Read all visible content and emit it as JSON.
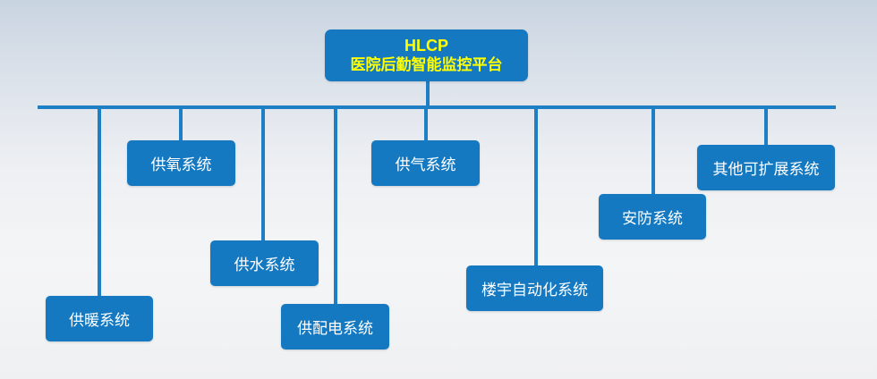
{
  "root": {
    "line1": "HLCP",
    "line2": "医院后勤智能监控平台"
  },
  "systems": [
    {
      "id": "heating",
      "label": "供暖系统"
    },
    {
      "id": "oxygen",
      "label": "供氧系统"
    },
    {
      "id": "water",
      "label": "供水系统"
    },
    {
      "id": "power",
      "label": "供配电系统"
    },
    {
      "id": "gas",
      "label": "供气系统"
    },
    {
      "id": "building-automation",
      "label": "楼宇自动化系统"
    },
    {
      "id": "security",
      "label": "安防系统"
    },
    {
      "id": "extensible",
      "label": "其他可扩展系统"
    }
  ],
  "colors": {
    "box": "#1579c2",
    "connector": "#1f7fc4",
    "root_text": "#ffff00",
    "node_text": "#ffffff"
  }
}
